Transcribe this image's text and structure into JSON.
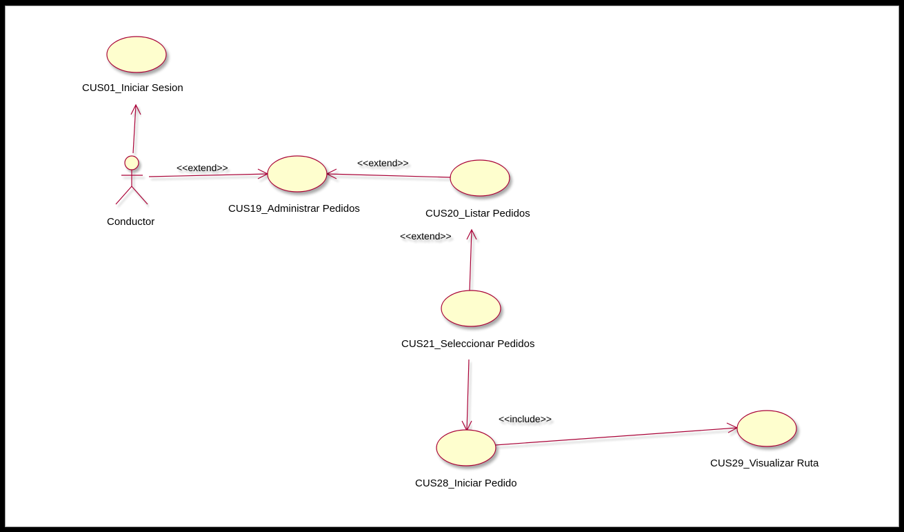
{
  "colors": {
    "usecase_fill": "#FEFECE",
    "usecase_stroke": "#A80036",
    "relation_stroke": "#A80036"
  },
  "actors": [
    {
      "id": "conductor",
      "label": "Conductor"
    }
  ],
  "usecases": [
    {
      "id": "cus01",
      "label": "CUS01_Iniciar Sesion"
    },
    {
      "id": "cus19",
      "label": "CUS19_Administrar Pedidos"
    },
    {
      "id": "cus20",
      "label": "CUS20_Listar Pedidos"
    },
    {
      "id": "cus21",
      "label": "CUS21_Seleccionar Pedidos"
    },
    {
      "id": "cus28",
      "label": "CUS28_Iniciar Pedido"
    },
    {
      "id": "cus29",
      "label": "CUS29_Visualizar Ruta"
    }
  ],
  "relations": [
    {
      "id": "conductor-cus01",
      "from": "conductor",
      "to": "cus01",
      "stereotype": ""
    },
    {
      "id": "conductor-cus19",
      "from": "conductor",
      "to": "cus19",
      "stereotype": "<<extend>>"
    },
    {
      "id": "cus20-cus19",
      "from": "cus20",
      "to": "cus19",
      "stereotype": "<<extend>>"
    },
    {
      "id": "cus21-cus20",
      "from": "cus21",
      "to": "cus20",
      "stereotype": "<<extend>>"
    },
    {
      "id": "cus21-cus28",
      "from": "cus21",
      "to": "cus28",
      "stereotype": ""
    },
    {
      "id": "cus28-cus29",
      "from": "cus28",
      "to": "cus29",
      "stereotype": "<<include>>"
    }
  ]
}
